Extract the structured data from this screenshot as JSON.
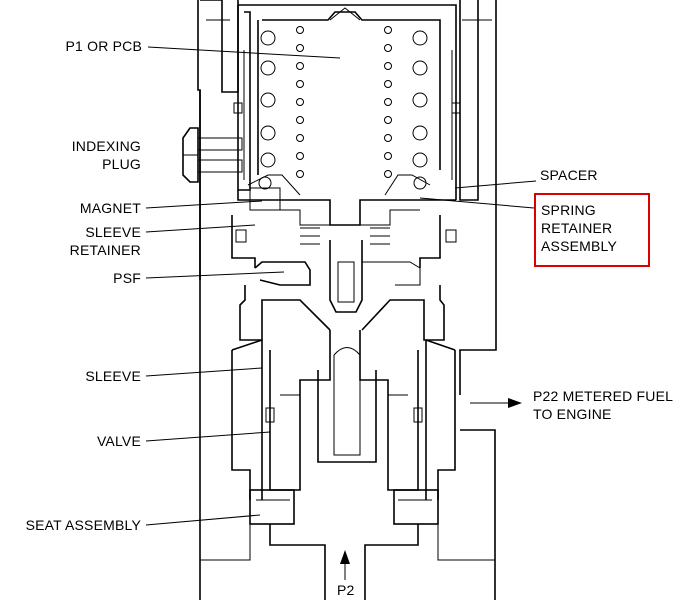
{
  "labels": {
    "p1_or_pcb": "P1 OR PCB",
    "indexing_plug_line1": "INDEXING",
    "indexing_plug_line2": "PLUG",
    "magnet": "MAGNET",
    "sleeve_retainer_line1": "SLEEVE",
    "sleeve_retainer_line2": "RETAINER",
    "psf": "PSF",
    "sleeve": "SLEEVE",
    "valve": "VALVE",
    "seat_assembly": "SEAT ASSEMBLY",
    "spacer": "SPACER",
    "spring_retainer_line1": "SPRING",
    "spring_retainer_line2": "RETAINER",
    "spring_retainer_line3": "ASSEMBLY",
    "p22_line1": "P22 METERED FUEL",
    "p22_line2": "TO ENGINE",
    "p2": "P2"
  },
  "highlight_color": "#d90000"
}
